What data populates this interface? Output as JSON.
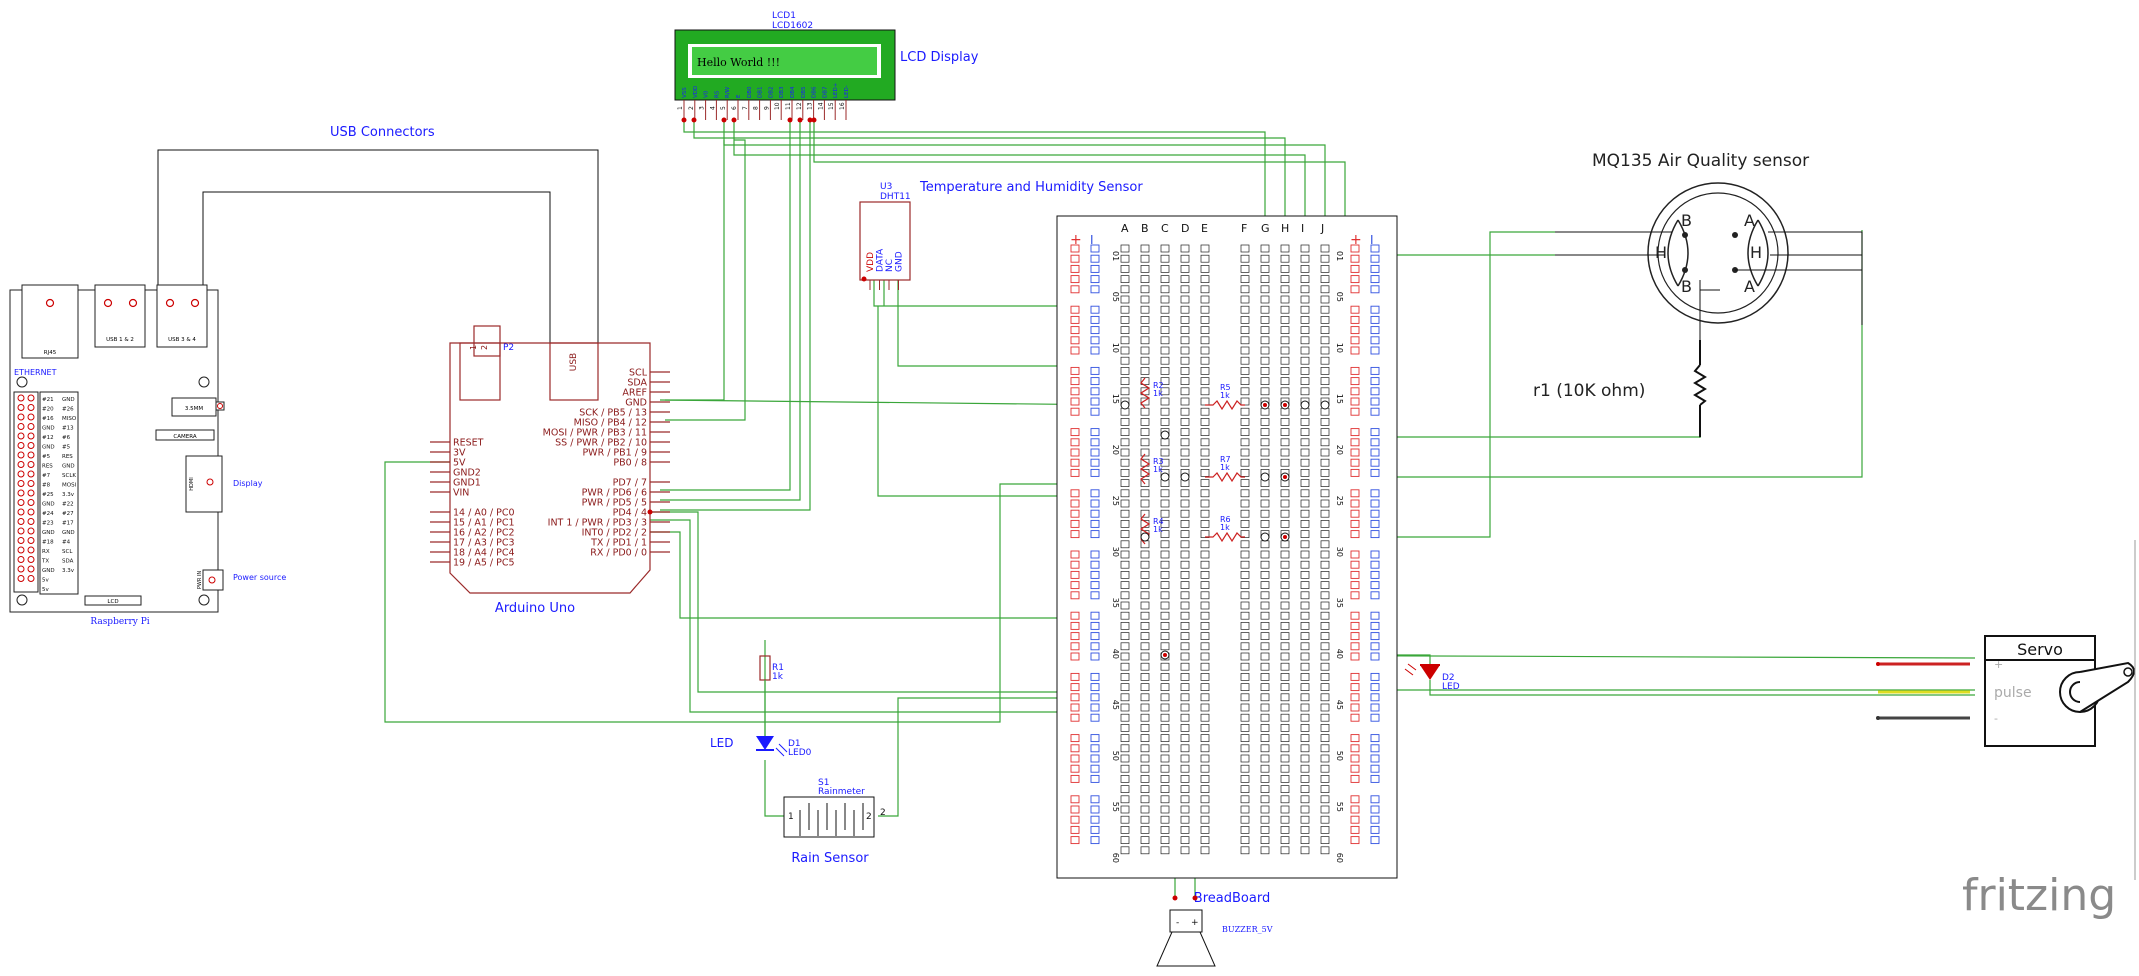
{
  "labels": {
    "lcd_ref": "LCD1",
    "lcd_part": "LCD1602",
    "lcd_text": "Hello World !!!",
    "lcd_title": "LCD Display",
    "usb_connectors": "USB Connectors",
    "temp_title": "Temperature and Humidity Sensor",
    "dht_ref": "U3",
    "dht_part": "DHT11",
    "mq135_title": "MQ135 Air Quality sensor",
    "r1_title": "r1 (10K ohm)",
    "arduino_title": "Arduino Uno",
    "rpi_title": "Raspberry Pi",
    "ethernet": "ETHERNET",
    "display": "Display",
    "power_source": "Power source",
    "led_title": "LED",
    "d1_ref": "D1",
    "d1_part": "LED0",
    "r1_ref": "R1",
    "r1_value": "1k",
    "rain_title": "Rain Sensor",
    "s1_ref": "S1",
    "s1_part": "Rainmeter",
    "breadboard_title": "BreadBoard",
    "buzzer": "BUZZER_5V",
    "servo_title": "Servo",
    "servo_plus": "+",
    "servo_pulse": "pulse",
    "servo_minus": "-",
    "d2_ref": "D2",
    "d2_part": "LED",
    "p2_ref": "P2",
    "usb_label": "USB",
    "fritzing": "fritzing"
  },
  "rpi_ports": {
    "rj45": "RJ45",
    "usb12": "USB 1 & 2",
    "usb34": "USB 3 & 4",
    "audio": "3.5MM",
    "camera": "CAMERA",
    "hdmi": "HDMI",
    "lcd": "LCD",
    "power": "PWR IN"
  },
  "rpi_pins_left": [
    "#21",
    "#20",
    "#16",
    "GND",
    "#12",
    "GND",
    "#5",
    "RES",
    "#7",
    "#8",
    "#25",
    "GND",
    "#24",
    "#23",
    "GND",
    "#18",
    "RX",
    "TX",
    "GND",
    "5v",
    "5v"
  ],
  "rpi_pins_right": [
    "GND",
    "#26",
    "MISO",
    "#13",
    "#6",
    "#5",
    "RES",
    "GND",
    "SCLK",
    "MOSI",
    "3.3v",
    "#22",
    "#27",
    "#17",
    "GND",
    "#4",
    "SCL",
    "SDA",
    "3.3v"
  ],
  "arduino_left_pins": [
    "RESET",
    "3V",
    "5V",
    "GND2",
    "GND1",
    "VIN",
    "",
    "14 / A0 / PC0",
    "15 / A1 / PC1",
    "16 / A2 / PC2",
    "17 / A3 / PC3",
    "18 / A4 / PC4",
    "19 / A5 / PC5"
  ],
  "arduino_right_pins": [
    "SCL",
    "SDA",
    "AREF",
    "GND",
    "SCK / PB5 / 13",
    "MISO / PB4 / 12",
    "MOSI / PWR / PB3 / 11",
    "SS / PWR / PB2 / 10",
    "PWR / PB1 / 9",
    "PB0 / 8",
    "",
    "PD7 / 7",
    "PWR / PD6 / 6",
    "PWR / PD5 / 5",
    "PD4 / 4",
    "INT 1 / PWR / PD3 / 3",
    "INT0 / PD2 / 2",
    "TX / PD1 / 1",
    "RX / PD0 / 0"
  ],
  "lcd_pins": [
    "VSS",
    "VDD",
    "V0",
    "RS",
    "R/W",
    "E",
    "DB0",
    "DB1",
    "DB2",
    "DB3",
    "DB4",
    "DB5",
    "DB6",
    "DB7",
    "LED+",
    "LED-"
  ],
  "dht_pins": [
    "VDD",
    "DATA",
    "NC",
    "GND"
  ],
  "breadboard": {
    "columns_left": [
      "A",
      "B",
      "C",
      "D",
      "E"
    ],
    "columns_right": [
      "F",
      "G",
      "H",
      "I",
      "J"
    ],
    "row_numbers": [
      "01",
      "05",
      "10",
      "15",
      "20",
      "25",
      "30",
      "35",
      "40",
      "45",
      "50",
      "55",
      "60"
    ],
    "rail_plus": "+",
    "rail_minus": "I"
  },
  "resistors": [
    {
      "ref": "R2",
      "value": "1k"
    },
    {
      "ref": "R3",
      "value": "1k"
    },
    {
      "ref": "R4",
      "value": "1k"
    },
    {
      "ref": "R5",
      "value": "1k"
    },
    {
      "ref": "R7",
      "value": "1k"
    },
    {
      "ref": "R6",
      "value": "1k"
    }
  ],
  "mq135_pins": [
    "B",
    "A",
    "H",
    "H",
    "B",
    "A"
  ],
  "colors": {
    "wire": "#3aa63a",
    "title_blue": "#1a1aff",
    "schematic_red": "#8b1a1a",
    "lcd_green": "#22aa22",
    "rail_red": "#e03030",
    "rail_blue": "#3050e0"
  }
}
